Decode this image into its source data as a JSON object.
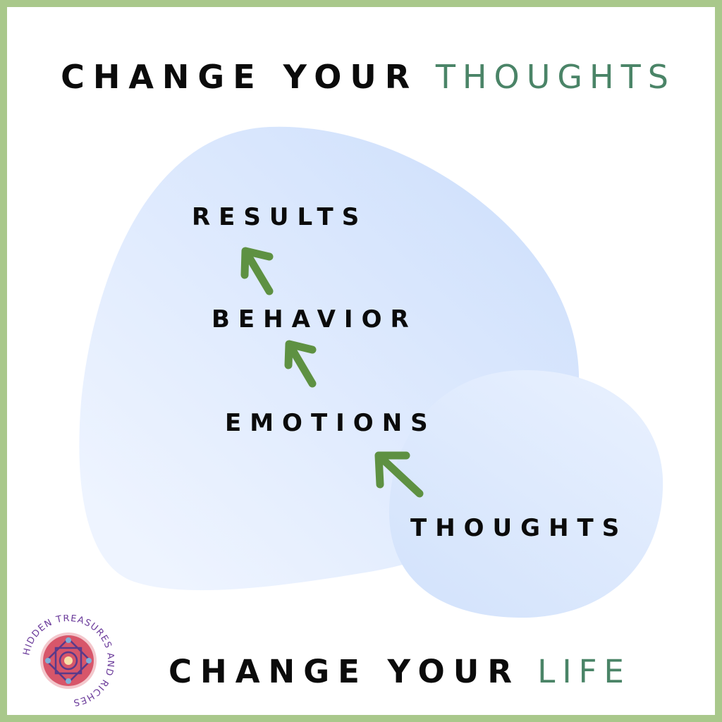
{
  "headline_top": {
    "dark": "CHANGE YOUR",
    "accent": "THOUGHTS"
  },
  "headline_bottom": {
    "dark": "CHANGE YOUR",
    "accent": "LIFE"
  },
  "stages": [
    "RESULTS",
    "BEHAVIOR",
    "EMOTIONS",
    "THOUGHTS"
  ],
  "logo": {
    "text": "HIDDEN TREASURES AND RICHES"
  },
  "colors": {
    "frame": "#a9c88b",
    "accent_text": "#4a8467",
    "arrow": "#5e9142",
    "blob_light": "#eaf2fe",
    "blob_mid": "#d6e5fd",
    "logo_text": "#6a3a9a",
    "logo_fill": "#d7566a"
  },
  "icons": [
    "arrow-up-left-icon",
    "mandala-logo-icon"
  ]
}
